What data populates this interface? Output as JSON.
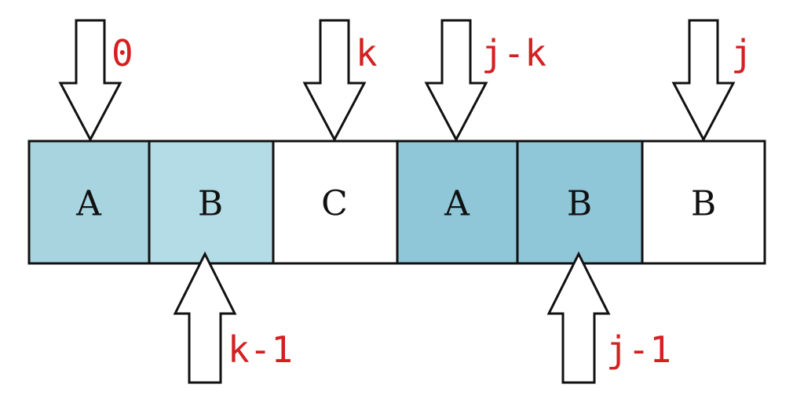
{
  "cells": [
    {
      "letter": "A",
      "fill": "#a8d4e0"
    },
    {
      "letter": "B",
      "fill": "#b4dce6"
    },
    {
      "letter": "C",
      "fill": "#ffffff"
    },
    {
      "letter": "A",
      "fill": "#8fc7d8"
    },
    {
      "letter": "B",
      "fill": "#8fc7d8"
    },
    {
      "letter": "B",
      "fill": "#ffffff"
    }
  ],
  "pointers_top": [
    {
      "label": "0",
      "cell": 0
    },
    {
      "label": "k",
      "cell": 2
    },
    {
      "label": "j-k",
      "cell": 3
    },
    {
      "label": "j",
      "cell": 5
    }
  ],
  "pointers_bottom": [
    {
      "label": "k-1",
      "cell": 1
    },
    {
      "label": "j-1",
      "cell": 4
    }
  ],
  "colors": {
    "label": "#d42020",
    "stroke": "#111111"
  }
}
